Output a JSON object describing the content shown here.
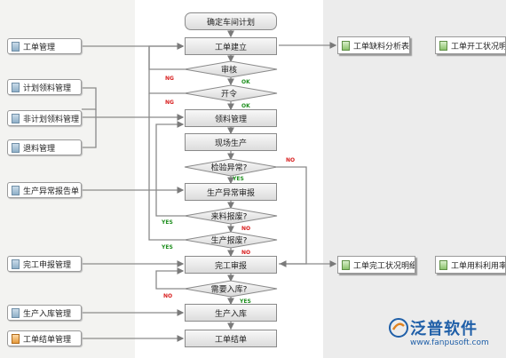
{
  "left_items": [
    "工单管理",
    "计划领料管理",
    "非计划领料管理",
    "退料管理",
    "生产异常报告单",
    "完工申报管理",
    "生产入库管理",
    "工单结单管理"
  ],
  "right_items": [
    "工单缺料分析表",
    "工单开工状况明细",
    "工单完工状况明细",
    "工单用料利用率分"
  ],
  "flow": {
    "start": "确定车间计划",
    "create": "工单建立",
    "audit": "审核",
    "release": "开令",
    "pick": "领料管理",
    "produce": "现场生产",
    "inspect": "检验异常?",
    "exception": "生产异常审报",
    "material_scrap": "来料报废?",
    "prod_scrap": "生产报废?",
    "complete": "完工审报",
    "stock_q": "需要入库?",
    "stock_in": "生产入库",
    "close": "工单结单"
  },
  "tags": {
    "yes": "YES",
    "no": "NO",
    "ng": "NG",
    "ok": "OK"
  },
  "logo": {
    "name": "泛普软件",
    "url": "www.fanpusoft.com"
  }
}
